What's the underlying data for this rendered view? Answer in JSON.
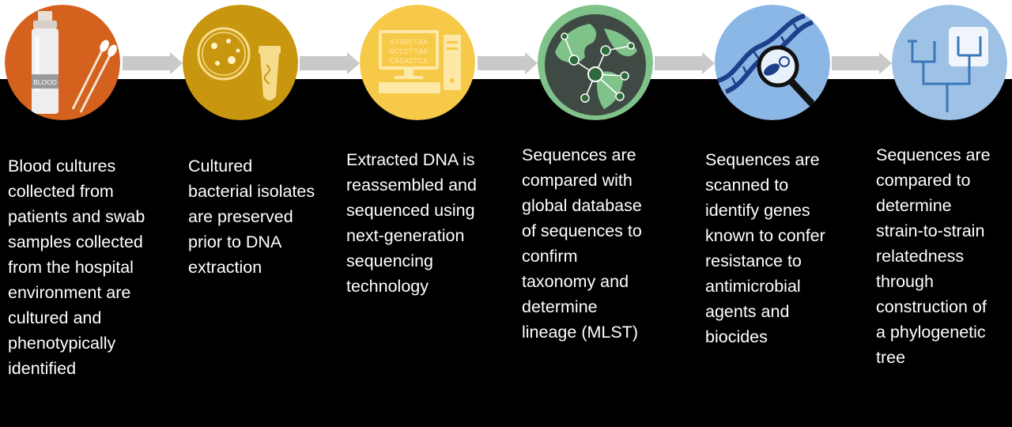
{
  "colors": {
    "band": "#000000",
    "arrow": "#c9c9c9",
    "step1": "#d4621e",
    "step2": "#c8960f",
    "step3": "#f7c948",
    "step4": "#7fc28a",
    "step5": "#8ab7e6",
    "step6": "#9ec1e6"
  },
  "icons": {
    "bottle_label": "BLOOD",
    "screen_lines": [
      "ATGGCTAA",
      "GCCCTTAG",
      "CAGACTCA"
    ]
  },
  "steps": [
    {
      "icon": "blood-bottle-swab-icon",
      "lines": [
        "Blood cultures",
        "collected from",
        "patients and swab",
        "samples collected",
        "from the hospital",
        "environment are",
        "cultured and",
        "phenotypically",
        "identified"
      ]
    },
    {
      "icon": "petri-dish-tube-icon",
      "lines": [
        "Cultured",
        "bacterial isolates",
        "are preserved",
        "prior to DNA",
        "extraction"
      ]
    },
    {
      "icon": "computer-sequencing-icon",
      "lines": [
        "Extracted DNA is",
        "reassembled and",
        "sequenced using",
        "next-generation",
        "sequencing",
        "technology"
      ]
    },
    {
      "icon": "globe-network-icon",
      "lines": [
        "Sequences are",
        "compared with",
        "global database",
        "of sequences to",
        "confirm",
        "taxonomy and",
        "determine",
        "lineage (MLST)"
      ]
    },
    {
      "icon": "dna-magnifier-icon",
      "lines": [
        "Sequences are",
        "scanned to",
        "identify genes",
        "known to confer",
        "resistance to",
        "antimicrobial",
        "agents and",
        "biocides"
      ]
    },
    {
      "icon": "phylogenetic-tree-icon",
      "lines": [
        "Sequences are",
        "compared to",
        "determine",
        "strain-to-strain",
        "relatedness",
        "through",
        "construction of",
        "a phylogenetic",
        "tree"
      ]
    }
  ]
}
